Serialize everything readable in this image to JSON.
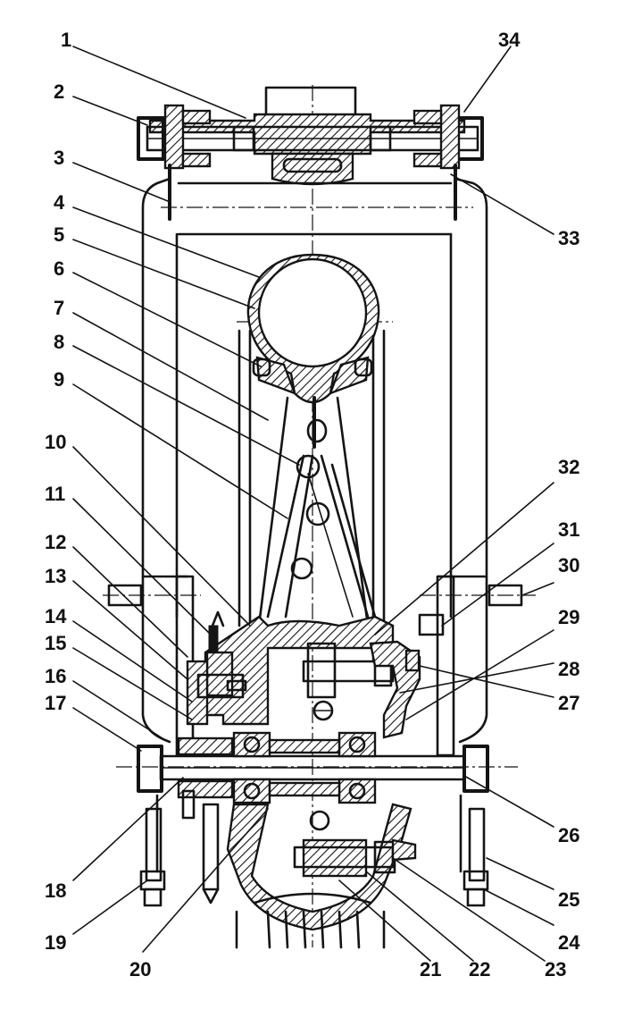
{
  "diagram": {
    "type": "technical-cross-section",
    "callouts": [
      {
        "num": "1"
      },
      {
        "num": "2"
      },
      {
        "num": "3"
      },
      {
        "num": "4"
      },
      {
        "num": "5"
      },
      {
        "num": "6"
      },
      {
        "num": "7"
      },
      {
        "num": "8"
      },
      {
        "num": "9"
      },
      {
        "num": "10"
      },
      {
        "num": "11"
      },
      {
        "num": "12"
      },
      {
        "num": "13"
      },
      {
        "num": "14"
      },
      {
        "num": "15"
      },
      {
        "num": "16"
      },
      {
        "num": "17"
      },
      {
        "num": "18"
      },
      {
        "num": "19"
      },
      {
        "num": "20"
      },
      {
        "num": "21"
      },
      {
        "num": "22"
      },
      {
        "num": "23"
      },
      {
        "num": "24"
      },
      {
        "num": "25"
      },
      {
        "num": "26"
      },
      {
        "num": "27"
      },
      {
        "num": "28"
      },
      {
        "num": "29"
      },
      {
        "num": "30"
      },
      {
        "num": "31"
      },
      {
        "num": "32"
      },
      {
        "num": "33"
      },
      {
        "num": "34"
      }
    ],
    "colors": {
      "ink": "#141414",
      "paper": "#ffffff"
    }
  }
}
